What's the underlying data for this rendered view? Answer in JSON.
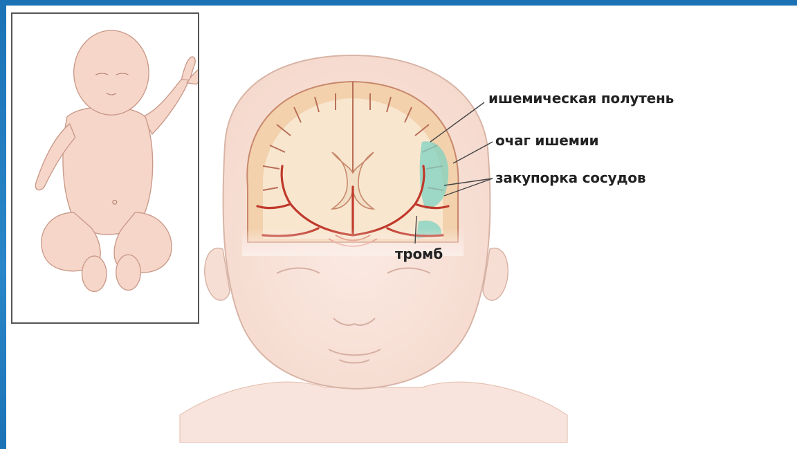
{
  "colors": {
    "frame": "#1b73b6",
    "skin": "#f7dcd0",
    "brain_tissue": "#f5dcc0",
    "vessels": "#c0392b",
    "ischemia": "#7fd1c2"
  },
  "labels": {
    "penumbra": "ишемическая полутень",
    "focus": "очаг ишемии",
    "occlusion": "закупорка сосудов",
    "thrombus": "тромб"
  }
}
